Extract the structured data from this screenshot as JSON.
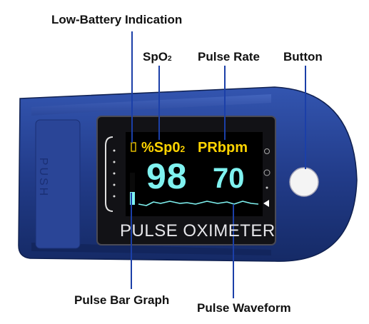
{
  "annotations": {
    "low_battery": "Low-Battery Indication",
    "spo2": "SpO",
    "spo2_subscript": "2",
    "pulse_rate": "Pulse Rate",
    "button": "Button",
    "pulse_bar_graph": "Pulse Bar Graph",
    "pulse_waveform": "Pulse Waveform"
  },
  "device": {
    "side_label": "PUSH",
    "model_label": "PULSE OXIMETER",
    "body_color": "#223c8a",
    "screen": {
      "spo2_unit": "%Sp0",
      "spo2_unit_subscript": "2",
      "pr_unit": "PRbpm",
      "spo2_value": "98",
      "pr_value": "70",
      "unit_color": "#ffd400",
      "value_color": "#7ff2f0"
    },
    "pulse_bar_level": 0.4,
    "icons": [
      "battery-icon",
      "circle-indicator-icon",
      "settings-icon",
      "speaker-icon"
    ]
  }
}
